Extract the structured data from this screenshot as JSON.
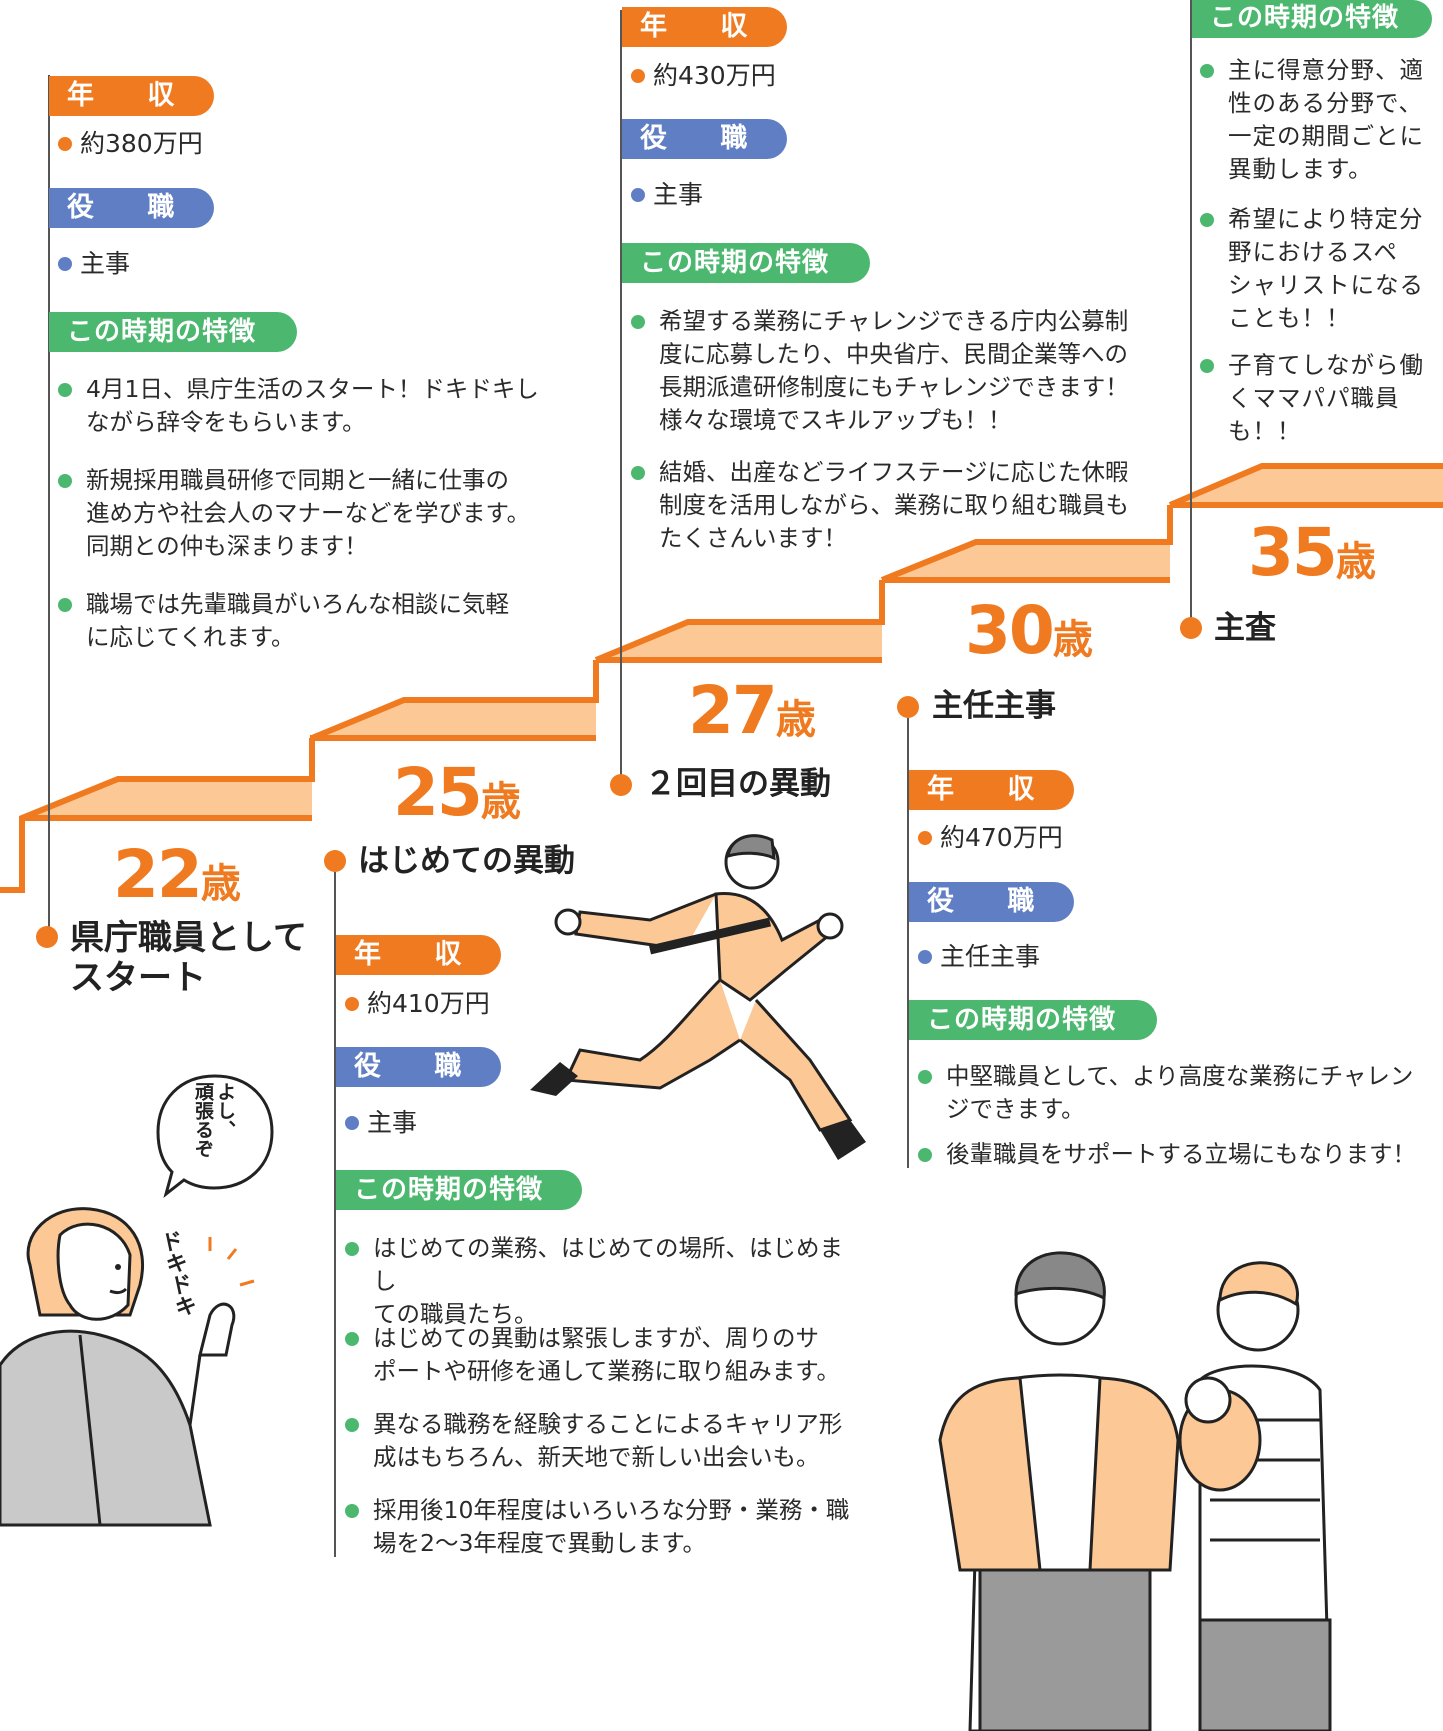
{
  "labels": {
    "nenshu": "年 収",
    "yakushoku": "役 職",
    "tokucho": "この時期の特徴"
  },
  "stages": {
    "s22": {
      "age": "22",
      "unit": "歳",
      "title_l1": "県庁職員として",
      "title_l2": "スタート",
      "salary": "約380万円",
      "position": "主事",
      "features": [
        "4月1日、県庁生活のスタート！ドキドキし",
        "ながら辞令をもらいます。",
        "新規採用職員研修で同期と一緒に仕事の",
        "進め方や社会人のマナーなどを学びます。",
        "同期との仲も深まります！",
        "職場では先輩職員がいろんな相談に気軽",
        "に応じてくれます。"
      ]
    },
    "s25": {
      "age": "25",
      "unit": "歳",
      "title": "はじめての異動",
      "salary": "約410万円",
      "position": "主事",
      "features": [
        "はじめての業務、はじめての場所、はじめまし",
        "ての職員たち。",
        "はじめての異動は緊張しますが、周りのサ",
        "ポートや研修を通して業務に取り組みます。",
        "異なる職務を経験することによるキャリア形",
        "成はもちろん、新天地で新しい出会いも。",
        "採用後10年程度はいろいろな分野・業務・職",
        "場を2〜3年程度で異動します。"
      ]
    },
    "s27": {
      "age": "27",
      "unit": "歳",
      "title": "２回目の異動",
      "salary": "約430万円",
      "position": "主事",
      "features": [
        "希望する業務にチャレンジできる庁内公募制",
        "度に応募したり、中央省庁、民間企業等への",
        "長期派遣研修制度にもチャレンジできます！",
        "様々な環境でスキルアップも！！",
        "結婚、出産などライフステージに応じた休暇",
        "制度を活用しながら、業務に取り組む職員も",
        "たくさんいます！"
      ]
    },
    "s30": {
      "age": "30",
      "unit": "歳",
      "title": "主任主事",
      "salary": "約470万円",
      "position": "主任主事",
      "features": [
        "中堅職員として、より高度な業務にチャレン",
        "ジできます。",
        "後輩職員をサポートする立場にもなります！"
      ]
    },
    "s35": {
      "age": "35",
      "unit": "歳",
      "title": "主査",
      "features": [
        "主に得意分野、適",
        "性のある分野で、",
        "一定の期間ごとに",
        "異動します。",
        "希望により特定分",
        "野におけるスペ",
        "シャリストになる",
        "ことも！！",
        "子育てしながら働",
        "くママパパ職員",
        "も！！"
      ]
    }
  },
  "bubble": {
    "l1": "よし、",
    "l2": "頑張るぞ"
  },
  "onomatopoeia": "ドキドキ",
  "colors": {
    "orange": "#f07a1f",
    "blue": "#5f7ec4",
    "green": "#4cb86f",
    "step": "#fcc896"
  }
}
